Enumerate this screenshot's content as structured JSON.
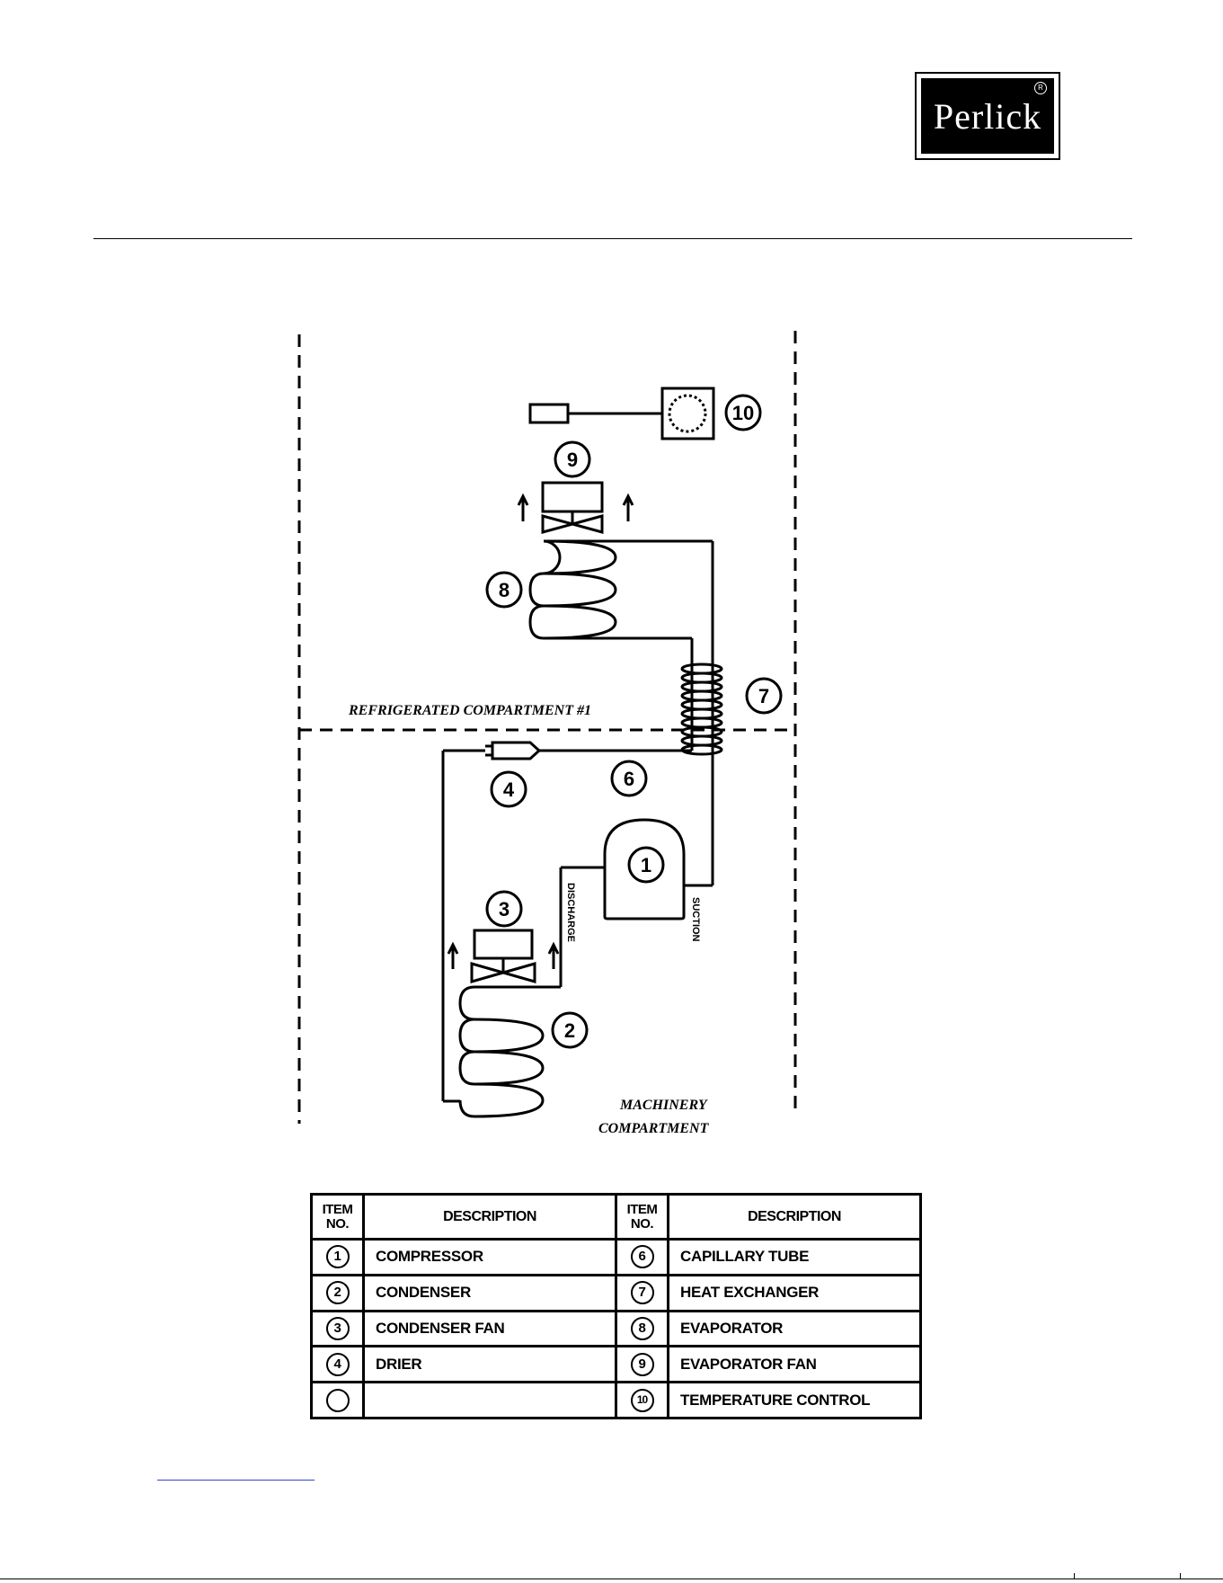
{
  "logo": {
    "text": "Perlick",
    "mark": "R"
  },
  "diagram": {
    "labels": {
      "refrigerated": "REFRIGERATED COMPARTMENT #1",
      "machinery_1": "MACHINERY",
      "machinery_2": "COMPARTMENT",
      "discharge": "DISCHARGE",
      "suction": "SUCTION"
    },
    "callouts": [
      "1",
      "2",
      "3",
      "4",
      "6",
      "7",
      "8",
      "9",
      "10"
    ]
  },
  "legend": {
    "item_header": [
      "ITEM",
      "NO."
    ],
    "desc_header": "DESCRIPTION",
    "left": [
      {
        "num": "1",
        "desc": "COMPRESSOR"
      },
      {
        "num": "2",
        "desc": "CONDENSER"
      },
      {
        "num": "3",
        "desc": "CONDENSER FAN"
      },
      {
        "num": "4",
        "desc": "DRIER"
      },
      {
        "num": "",
        "desc": ""
      }
    ],
    "right": [
      {
        "num": "6",
        "desc": "CAPILLARY TUBE"
      },
      {
        "num": "7",
        "desc": "HEAT EXCHANGER"
      },
      {
        "num": "8",
        "desc": "EVAPORATOR"
      },
      {
        "num": "9",
        "desc": "EVAPORATOR FAN"
      },
      {
        "num": "10",
        "desc": "TEMPERATURE CONTROL"
      }
    ]
  }
}
